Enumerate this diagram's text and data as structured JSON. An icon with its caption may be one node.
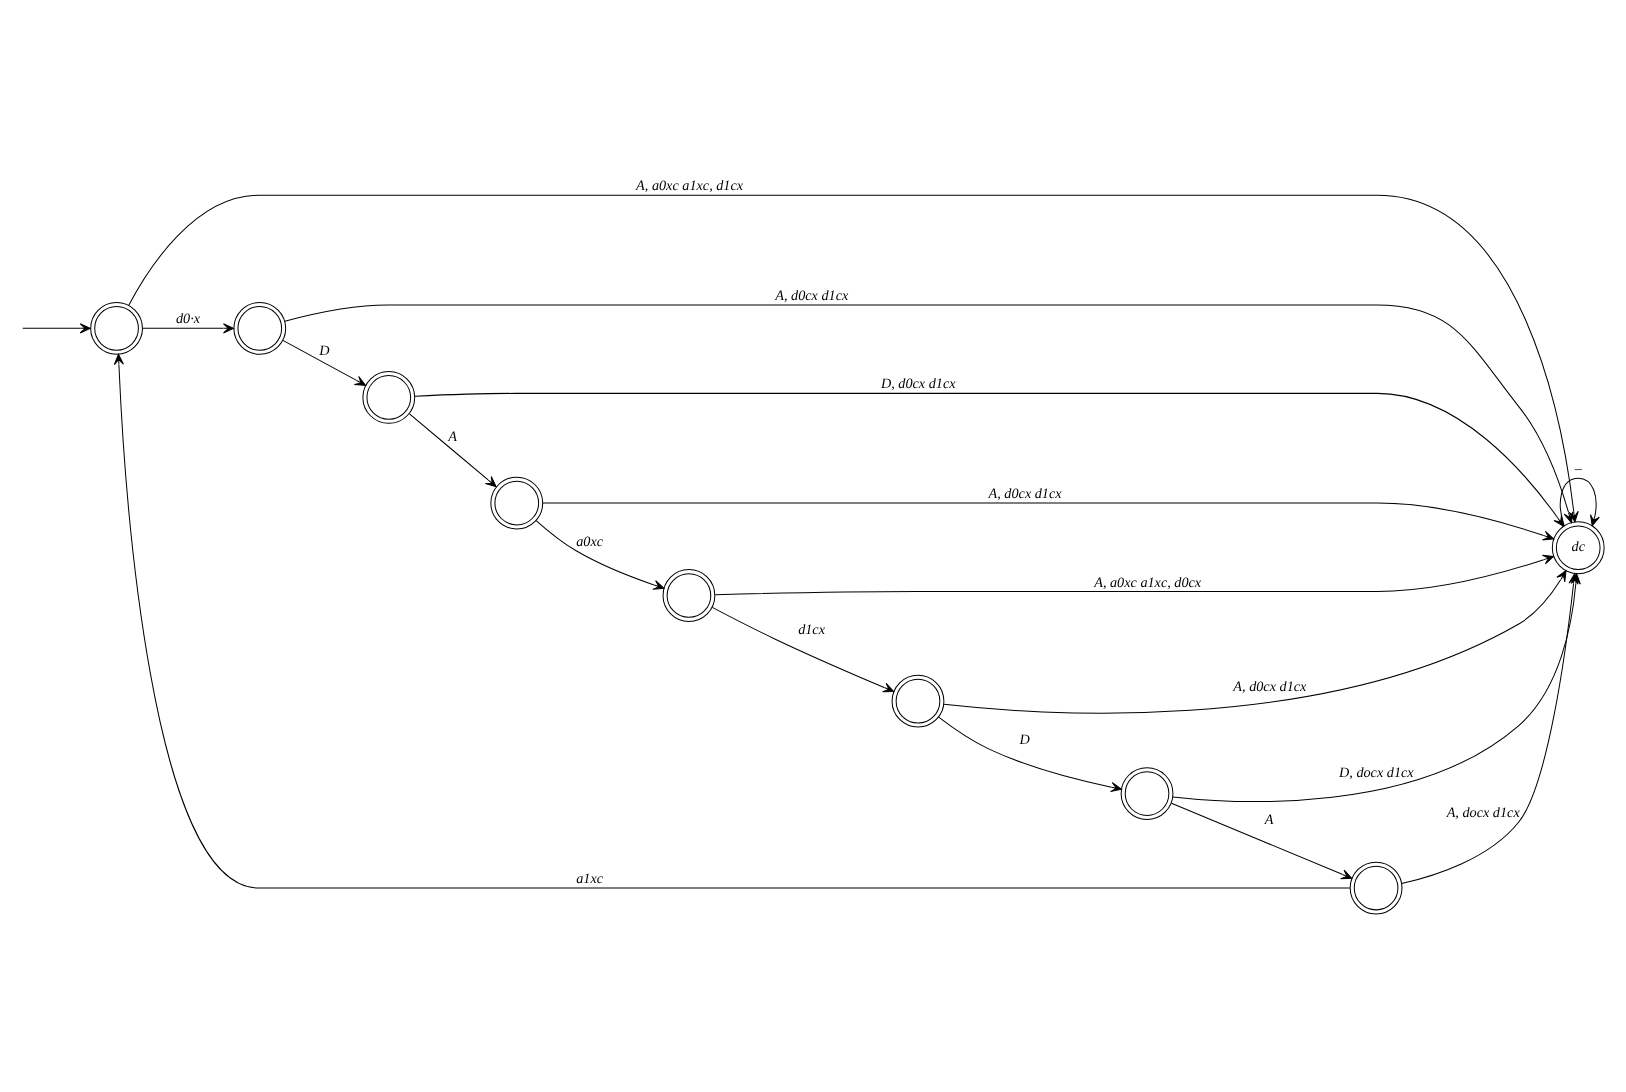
{
  "diagram": {
    "nodes": [
      {
        "text": [],
        "shape": "circle"
      },
      {
        "text": [],
        "shape": "circle"
      },
      {
        "text": [],
        "shape": "circle"
      },
      {
        "text": [],
        "shape": "circle"
      },
      {
        "text": [
          "dc"
        ]
      },
      {
        "text": [],
        "shape": "circle"
      },
      {
        "text": [],
        "shape": "circle"
      },
      {
        "text": [],
        "shape": "circle"
      },
      {
        "text": [],
        "shape": "circle"
      }
    ],
    "edges": [
      {
        "from": null,
        "to": 0,
        "arrow": "to"
      },
      {
        "from": 0,
        "to": 1,
        "arrow": "to",
        "label": "d0·x"
      },
      {
        "from": 1,
        "to": 2,
        "arrow": "to",
        "label": "D"
      },
      {
        "from": 2,
        "to": 3,
        "arrow": "to",
        "label": "A"
      },
      {
        "from": 1,
        "to": 4,
        "arrow": "to",
        "label": "A, d0cx d1cx"
      },
      {
        "from": 2,
        "to": 4,
        "arrow": "to",
        "label": "D, d0cx d1cx"
      },
      {
        "from": 3,
        "to": 4,
        "arrow": "to",
        "label": "A, d0cx d1cx"
      },
      {
        "from": 3,
        "to": 5,
        "arrow": "to",
        "label": "a0xc"
      },
      {
        "from": 0,
        "to": 4,
        "arrow": "to",
        "label": "A, a0xc a1xc, d1cx"
      },
      {
        "from": 5,
        "to": 4,
        "arrow": "to",
        "label": "A, a0xc a1xc, d0cx"
      },
      {
        "from": 5,
        "to": 6,
        "arrow": "to",
        "label": "d1cx"
      },
      {
        "from": 6,
        "to": 4,
        "arrow": "to",
        "label": "A, d0cx d1cx"
      },
      {
        "from": 6,
        "to": 7,
        "arrow": "to",
        "label": "D"
      },
      {
        "from": 7,
        "to": 4,
        "arrow": "to",
        "label": "D, docx d1cx"
      },
      {
        "from": 7,
        "to": 8,
        "arrow": "to",
        "label": "A"
      },
      {
        "from": 8,
        "to": 4,
        "arrow": "to",
        "label": "A, docx d1cx"
      },
      {
        "from": 8,
        "to": 0,
        "arrow": "to",
        "label": "a1xc"
      },
      {
        "from": 4,
        "to": 4,
        "arrow": "to",
        "label": "–"
      }
    ]
  }
}
